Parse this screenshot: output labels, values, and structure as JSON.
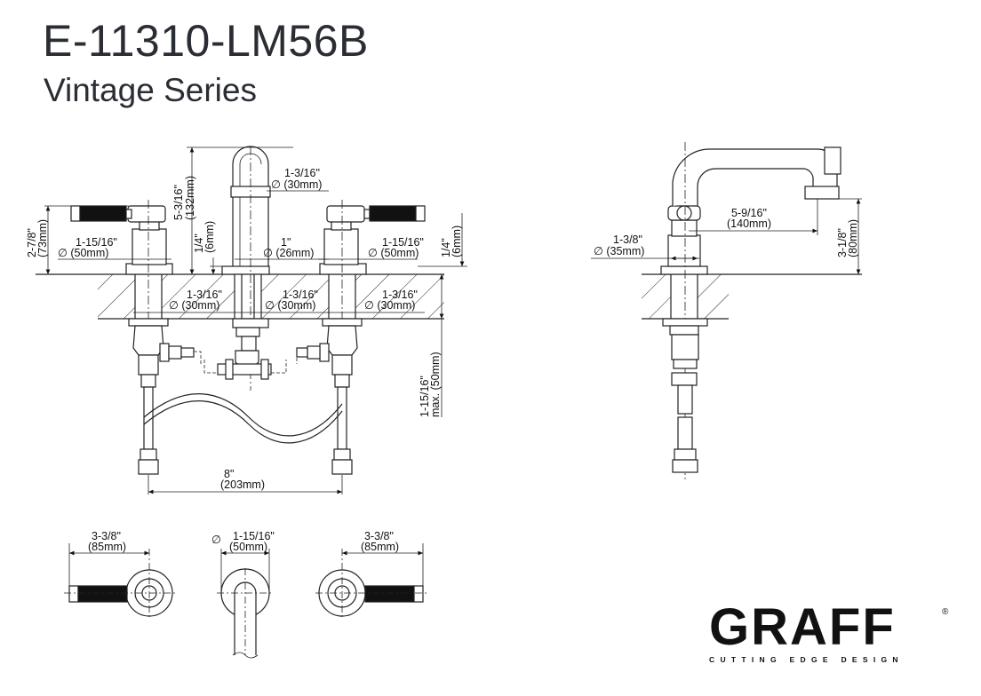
{
  "header": {
    "model": "E-11310-LM56B",
    "series": "Vintage Series"
  },
  "front_view": {
    "spout_height": {
      "imperial": "5-3/16\"",
      "metric": "(132mm)"
    },
    "spout_diameter": {
      "imperial": "1-3/16\"",
      "metric": "∅ (30mm)"
    },
    "handle_height": {
      "imperial": "2-7/8\"",
      "metric": "(73mm)"
    },
    "left_base_diameter": {
      "imperial": "1-15/16\"",
      "metric": "∅ (50mm)"
    },
    "escutcheon_thickness": {
      "imperial": "1/4\"",
      "metric": "(6mm)"
    },
    "spout_base_diameter": {
      "imperial": "1\"",
      "metric": "∅ (26mm)"
    },
    "right_base_diameter": {
      "imperial": "1-15/16\"",
      "metric": "∅ (50mm)"
    },
    "right_escutcheon_thickness": {
      "imperial": "1/4\"",
      "metric": "(6mm)"
    },
    "shank_left": {
      "imperial": "1-3/16\"",
      "metric": "∅ (30mm)"
    },
    "shank_center": {
      "imperial": "1-3/16\"",
      "metric": "∅ (30mm)"
    },
    "shank_right": {
      "imperial": "1-3/16\"",
      "metric": "∅ (30mm)"
    },
    "deck_thickness": {
      "imperial": "1-15/16\"",
      "metric": "max. (50mm)"
    },
    "centers": {
      "imperial": "8\"",
      "metric": "(203mm)"
    }
  },
  "side_view": {
    "base_diameter": {
      "imperial": "1-3/8\"",
      "metric": "∅ (35mm)"
    },
    "spout_reach": {
      "imperial": "5-9/16\"",
      "metric": "(140mm)"
    },
    "spout_clearance": {
      "imperial": "3-1/8\"",
      "metric": "(80mm)"
    }
  },
  "top_view": {
    "left_handle": {
      "imperial": "3-3/8\"",
      "metric": "(85mm)"
    },
    "spout_diameter_symbol": "∅",
    "spout_diameter": {
      "imperial": "1-15/16\"",
      "metric": "(50mm)"
    },
    "right_handle": {
      "imperial": "3-3/8\"",
      "metric": "(85mm)"
    }
  },
  "brand": {
    "name": "GRAFF",
    "registered": "®",
    "tagline": "CUTTING EDGE DESIGN"
  }
}
